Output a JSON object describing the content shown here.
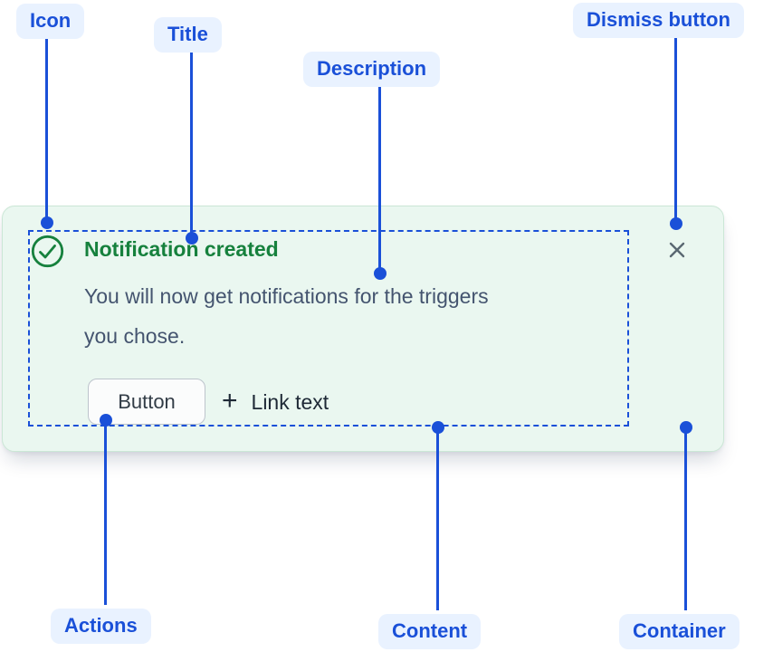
{
  "callouts": {
    "icon": {
      "label": "Icon"
    },
    "title": {
      "label": "Title"
    },
    "description": {
      "label": "Description"
    },
    "dismiss": {
      "label": "Dismiss button"
    },
    "actions": {
      "label": "Actions"
    },
    "content": {
      "label": "Content"
    },
    "container": {
      "label": "Container"
    }
  },
  "notification": {
    "title": "Notification created",
    "description": "You will now get notifications for the triggers\nyou chose.",
    "button_label": "Button",
    "link_plus": "+",
    "link_label": "Link text",
    "icon_name": "check-circle-icon",
    "dismiss_icon_name": "close-icon"
  },
  "colors": {
    "callout_blue": "#1A50D8",
    "callout_pill_bg": "#E9F2FF",
    "success_green": "#16813D",
    "card_bg": "#EAF7F0",
    "card_border": "#CBE7D6",
    "description_text": "#44546F",
    "dismiss_gray": "#5A6872",
    "button_border": "#BDC4CC",
    "link_text": "#1E2936"
  }
}
